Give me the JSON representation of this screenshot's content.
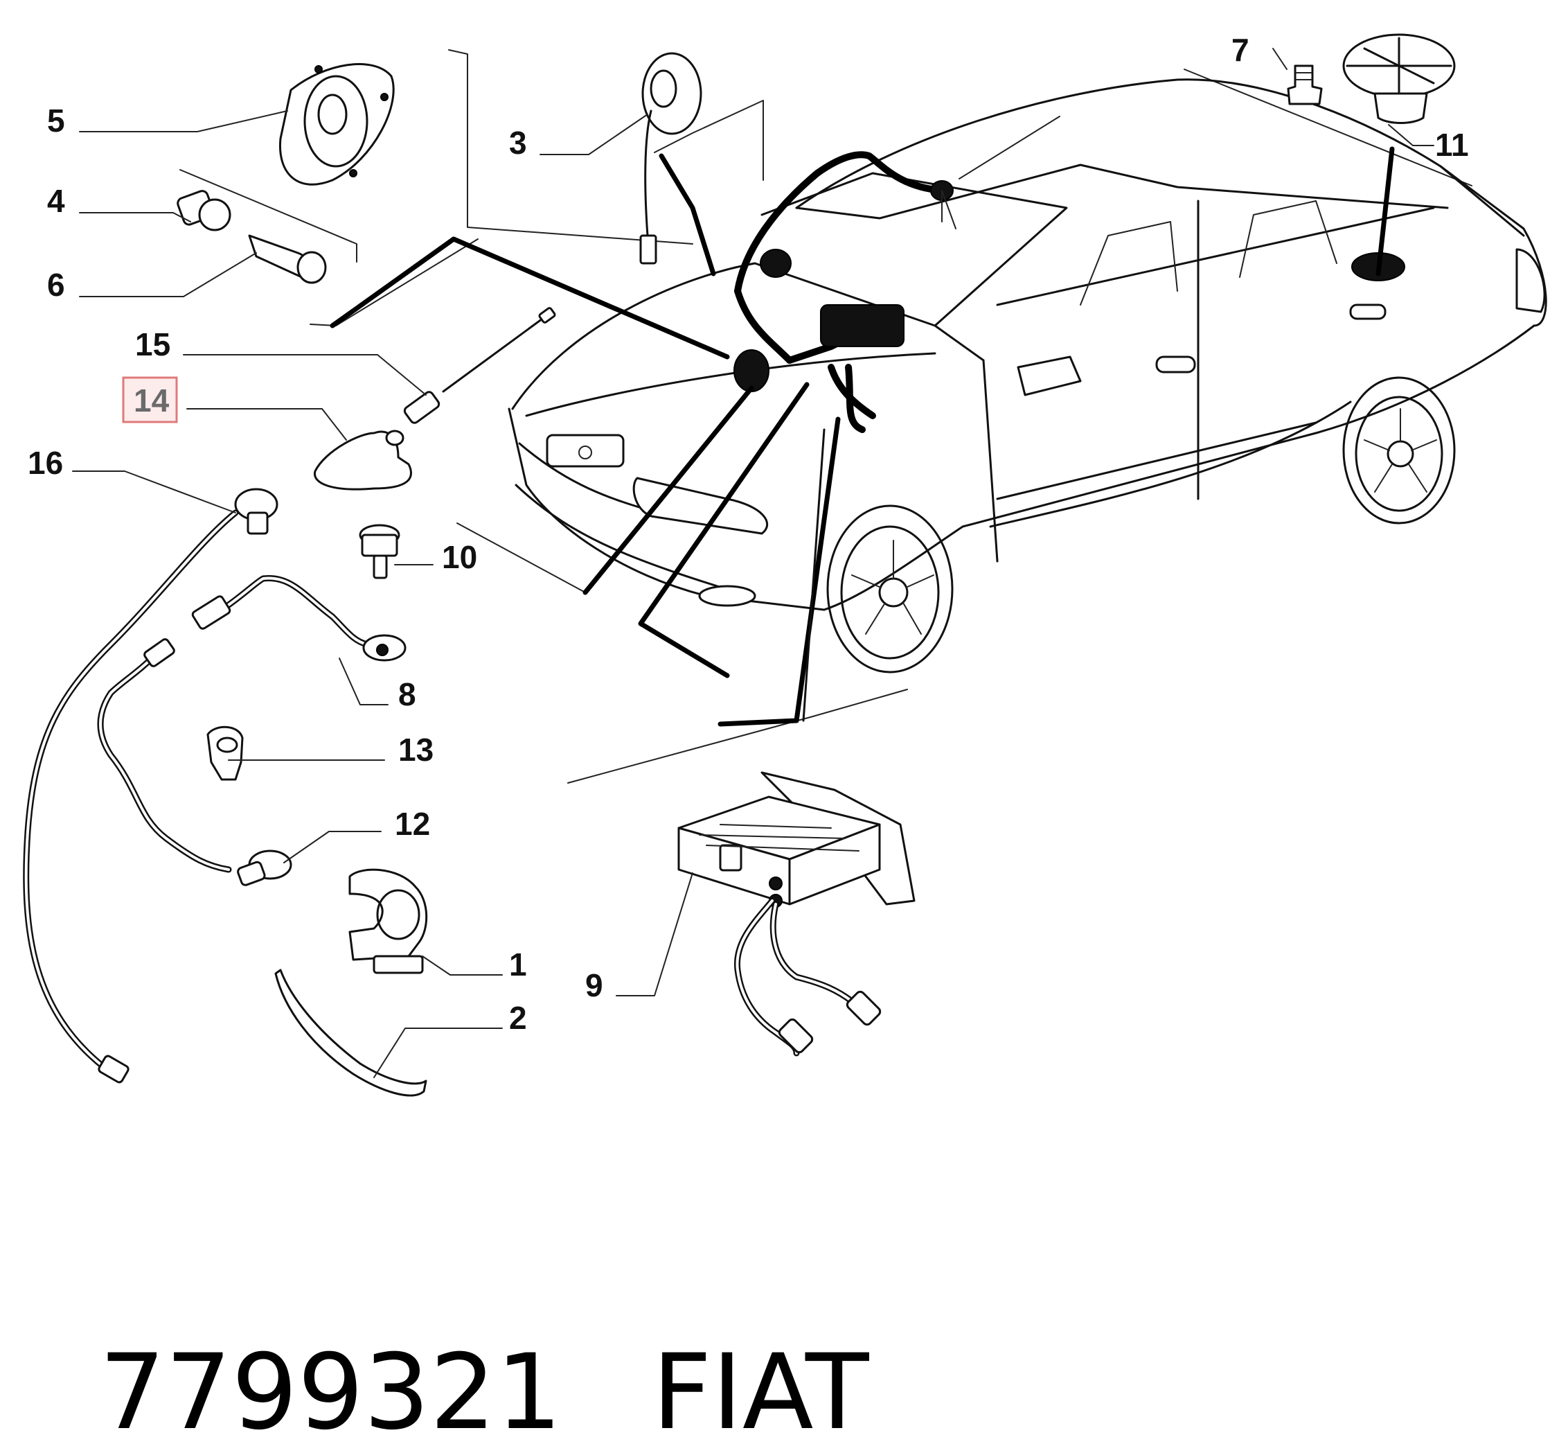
{
  "footer": {
    "part_number": "7799321",
    "brand": "FIAT"
  },
  "callouts": [
    {
      "id": "c5",
      "label": "5"
    },
    {
      "id": "c4",
      "label": "4"
    },
    {
      "id": "c6",
      "label": "6"
    },
    {
      "id": "c3",
      "label": "3"
    },
    {
      "id": "c7",
      "label": "7"
    },
    {
      "id": "c11",
      "label": "11"
    },
    {
      "id": "c15",
      "label": "15"
    },
    {
      "id": "c14",
      "label": "14",
      "highlighted": true
    },
    {
      "id": "c16",
      "label": "16"
    },
    {
      "id": "c10",
      "label": "10"
    },
    {
      "id": "c8",
      "label": "8"
    },
    {
      "id": "c13",
      "label": "13"
    },
    {
      "id": "c12",
      "label": "12"
    },
    {
      "id": "c1",
      "label": "1"
    },
    {
      "id": "c2",
      "label": "2"
    },
    {
      "id": "c9",
      "label": "9"
    }
  ],
  "colors": {
    "highlight_fill": "#fdecec",
    "highlight_border": "#e07a7a",
    "highlight_text": "#6a6a6a",
    "ink": "#111111"
  }
}
